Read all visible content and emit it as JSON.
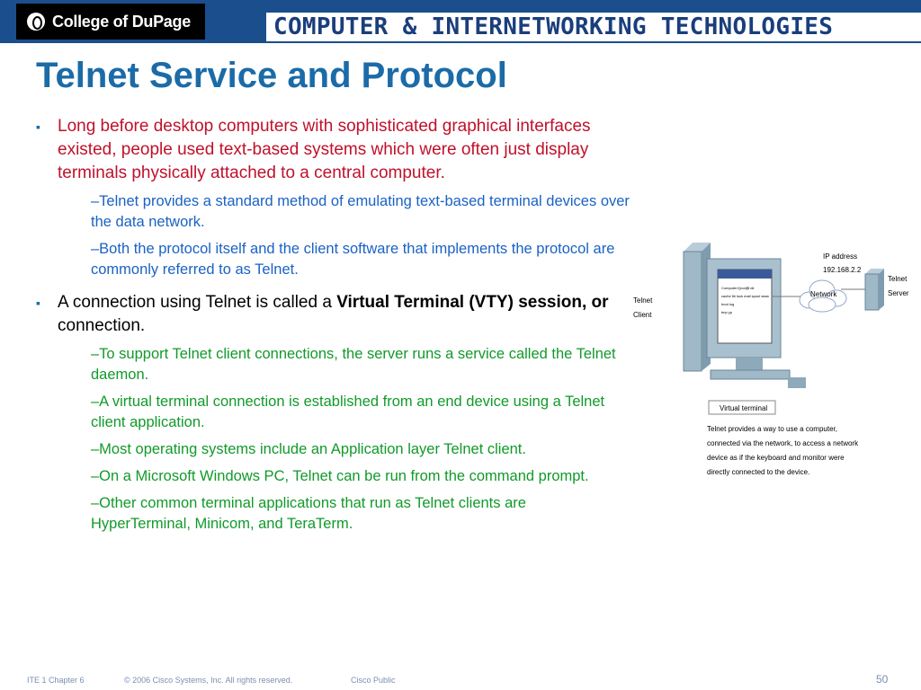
{
  "header": {
    "logo_text": "College of DuPage",
    "banner_text": "COMPUTER & INTERNETWORKING TECHNOLOGIES"
  },
  "slide": {
    "title": "Telnet Service and Protocol",
    "bullet1": {
      "text": "Long before desktop computers with sophisticated graphical interfaces existed, people used text-based systems which were often just display terminals physically attached to a central computer.",
      "sub": [
        "–Telnet provides a standard method of emulating text-based terminal devices over the data network.",
        "–Both the protocol itself and the client software that implements the protocol are commonly referred to as Telnet."
      ]
    },
    "bullet2": {
      "text_before": "A connection using Telnet is called a ",
      "bold": "Virtual Terminal (VTY) session, or",
      "text_after": " connection.",
      "sub": [
        "–To support Telnet client connections, the server runs a service called the Telnet daemon.",
        "–A virtual terminal connection is established from an end device using a Telnet client application.",
        "–Most operating systems include an Application layer Telnet client.",
        "–On a Microsoft Windows PC, Telnet can be run from the command prompt.",
        "–Other common terminal applications that run as Telnet clients are HyperTerminal, Minicom, and TeraTerm."
      ]
    }
  },
  "diagram": {
    "client_label": [
      "Telnet",
      "Client"
    ],
    "server_label": [
      "Telnet",
      "Server"
    ],
    "ip_label": [
      "IP address",
      "192.168.2.2"
    ],
    "network_label": "Network",
    "screen_lines": [
      "Computer1[root]$ dir",
      "cache lib lock mail spool www",
      "boot log",
      "tmp yp"
    ],
    "virtual_terminal_label": "Virtual terminal",
    "caption": "Telnet provides a way to use a computer, connected via the network, to access a network device as if the keyboard and monitor were directly connected to the device."
  },
  "footer": {
    "chapter": "ITE 1 Chapter 6",
    "copyright": "© 2006 Cisco Systems, Inc. All rights reserved.",
    "classification": "Cisco Public",
    "page_number": "50"
  }
}
